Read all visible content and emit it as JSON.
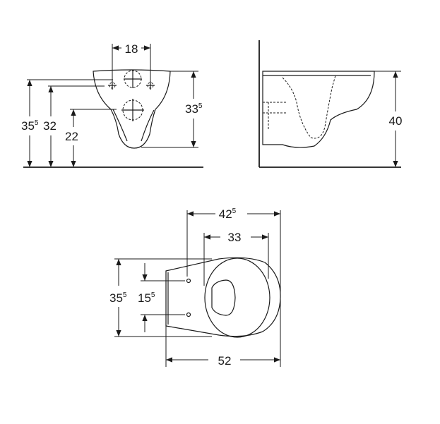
{
  "title": "Wall-hung toilet dimension drawing",
  "front_view": {
    "dim_hole_spacing": {
      "main": "18",
      "sup": ""
    },
    "dim_bowl_height": {
      "main": "33",
      "sup": "5"
    },
    "dim_top_height": {
      "main": "35",
      "sup": "5"
    },
    "dim_bolt_height": {
      "main": "32",
      "sup": ""
    },
    "dim_outlet_height": {
      "main": "22",
      "sup": ""
    }
  },
  "side_view": {
    "dim_height": {
      "main": "40",
      "sup": ""
    }
  },
  "top_view": {
    "dim_bolt_to_front": {
      "main": "42",
      "sup": "5"
    },
    "dim_seat_length": {
      "main": "33",
      "sup": ""
    },
    "dim_width": {
      "main": "35",
      "sup": "5"
    },
    "dim_bolt_spacing": {
      "main": "15",
      "sup": "5"
    },
    "dim_total_length": {
      "main": "52",
      "sup": ""
    }
  }
}
